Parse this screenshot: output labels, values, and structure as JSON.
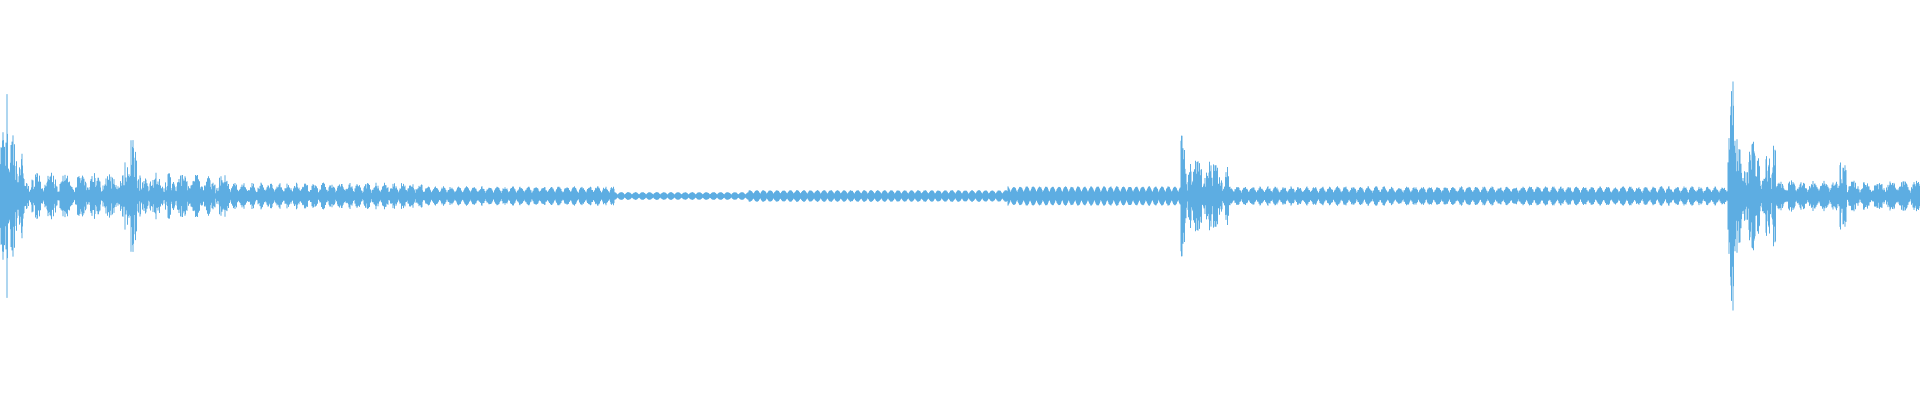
{
  "waveform": {
    "color": "#5dade2",
    "background": "#ffffff",
    "style": "symmetric audio waveform, amplitude shown as fraction of half-height",
    "segments": [
      {
        "start": 0.0,
        "end": 0.004,
        "amp": 0.56,
        "noise": 0.9,
        "fq": 1.0
      },
      {
        "start": 0.004,
        "end": 0.012,
        "amp": 0.4,
        "noise": 0.9,
        "fq": 1.0
      },
      {
        "start": 0.012,
        "end": 0.065,
        "amp": 0.12,
        "noise": 0.8,
        "fq": 0.9
      },
      {
        "start": 0.065,
        "end": 0.072,
        "amp": 0.3,
        "noise": 0.9,
        "fq": 1.0
      },
      {
        "start": 0.072,
        "end": 0.12,
        "amp": 0.12,
        "noise": 0.8,
        "fq": 0.85
      },
      {
        "start": 0.12,
        "end": 0.22,
        "amp": 0.07,
        "noise": 0.5,
        "fq": 0.5
      },
      {
        "start": 0.22,
        "end": 0.32,
        "amp": 0.05,
        "noise": 0.3,
        "fq": 0.35
      },
      {
        "start": 0.32,
        "end": 0.39,
        "amp": 0.02,
        "noise": 0.1,
        "fq": 0.25
      },
      {
        "start": 0.39,
        "end": 0.525,
        "amp": 0.03,
        "noise": 0.1,
        "fq": 0.18
      },
      {
        "start": 0.525,
        "end": 0.615,
        "amp": 0.05,
        "noise": 0.1,
        "fq": 0.12
      },
      {
        "start": 0.615,
        "end": 0.618,
        "amp": 0.48,
        "noise": 0.9,
        "fq": 1.0
      },
      {
        "start": 0.618,
        "end": 0.64,
        "amp": 0.22,
        "noise": 0.9,
        "fq": 1.0
      },
      {
        "start": 0.64,
        "end": 0.9,
        "amp": 0.05,
        "noise": 0.3,
        "fq": 0.35
      },
      {
        "start": 0.9,
        "end": 0.903,
        "amp": 0.74,
        "noise": 0.95,
        "fq": 1.0
      },
      {
        "start": 0.903,
        "end": 0.925,
        "amp": 0.3,
        "noise": 0.9,
        "fq": 1.0
      },
      {
        "start": 0.925,
        "end": 0.958,
        "amp": 0.08,
        "noise": 0.5,
        "fq": 0.7
      },
      {
        "start": 0.958,
        "end": 0.962,
        "amp": 0.2,
        "noise": 0.9,
        "fq": 1.0
      },
      {
        "start": 0.962,
        "end": 1.0,
        "amp": 0.08,
        "noise": 0.6,
        "fq": 0.8
      }
    ]
  }
}
